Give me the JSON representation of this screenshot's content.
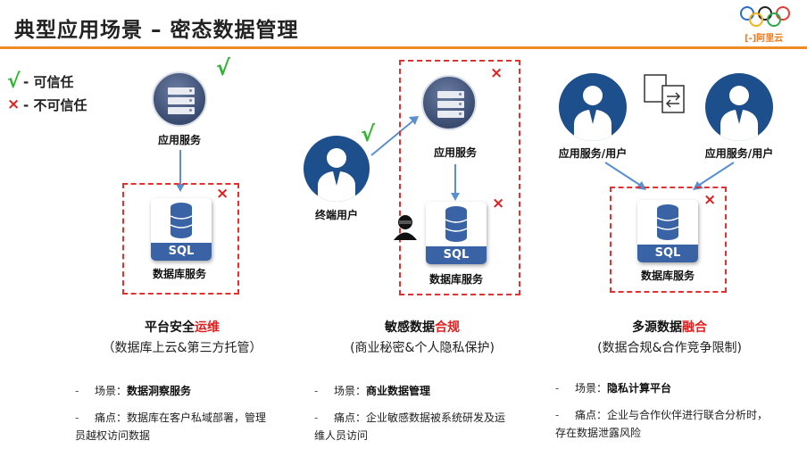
{
  "title": "典型应用场景 – 密态数据管理",
  "logo": {
    "text": "[-]阿里云"
  },
  "legend": {
    "trusted": "- 可信任",
    "untrusted": "- 不可信任",
    "check_glyph": "√",
    "cross_glyph": "×"
  },
  "scenarios": [
    {
      "app_label": "应用服务",
      "db_label": "数据库服务",
      "db_text": "SQL",
      "title_main": "平台安全",
      "title_accent": "运维",
      "subtitle": "（数据库上云&第三方托管）",
      "scene_prefix": "场景：",
      "scene_value": "数据洞察服务",
      "pain_prefix": "痛点：",
      "pain_line1": "数据库在客户私域部署，管理",
      "pain_line2": "员越权访问数据"
    },
    {
      "user_label": "终端用户",
      "app_label": "应用服务",
      "db_label": "数据库服务",
      "db_text": "SQL",
      "title_main": "敏感数据",
      "title_accent": "合规",
      "subtitle": "(商业秘密&个人隐私保护)",
      "scene_prefix": "场景：",
      "scene_value": "商业数据管理",
      "pain_prefix": "痛点：",
      "pain_line1": "企业敏感数据被系统研发及运",
      "pain_line2": "维人员访问"
    },
    {
      "user_a_label": "应用服务/用户",
      "user_b_label": "应用服务/用户",
      "db_label": "数据库服务",
      "db_text": "SQL",
      "title_main": "多源数据",
      "title_accent": "融合",
      "subtitle": "(数据合规&合作竞争限制)",
      "scene_prefix": "场景：",
      "scene_value": "隐私计算平台",
      "pain_prefix": "痛点：",
      "pain_line1": "企业与合作伙伴进行联合分析时，",
      "pain_line2": "存在数据泄露风险"
    }
  ],
  "bullet_dash": "-",
  "colors": {
    "accent_orange": "#f08a24",
    "trusted_green": "#2fb52f",
    "untrusted_red": "#e02020",
    "user_blue": "#1d4f8c",
    "sql_blue": "#3a63a6"
  }
}
